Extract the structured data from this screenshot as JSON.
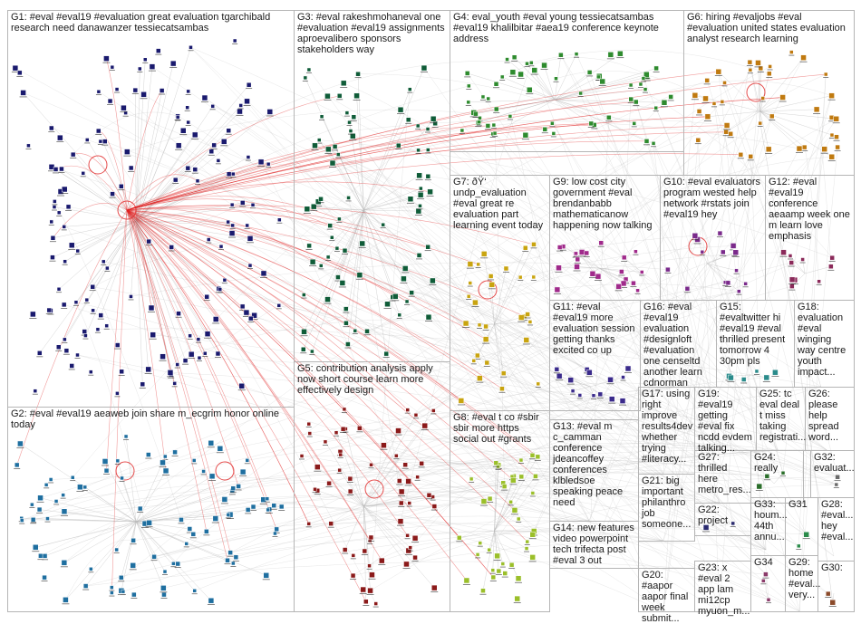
{
  "graph": {
    "groups": [
      {
        "id": "G1",
        "label": "G1: #eval #eval19 #evaluation great evaluation tgarchibald research need danawanzer tessiecatsambas",
        "color": "#1a1a6e"
      },
      {
        "id": "G2",
        "label": "G2: #eval #eval19 aeaweb join share m_ecgrim honor online today",
        "color": "#1f6fa0"
      },
      {
        "id": "G3",
        "label": "G3: #eval rakeshmohaneval one #evaluation #eval19 assignments aproevalibero sponsors stakeholders way",
        "color": "#0f5c38"
      },
      {
        "id": "G4",
        "label": "G4: eval_youth #eval young tessiecatsambas #eval19 khalilbitar #aea19 conference keynote address",
        "color": "#2e8b2e"
      },
      {
        "id": "G5",
        "label": "G5: contribution analysis apply now short course learn more effectively design",
        "color": "#8b1a1a"
      },
      {
        "id": "G6",
        "label": "G6: hiring #evaljobs #eval #evaluation united states evaluation analyst research learning",
        "color": "#c07a10"
      },
      {
        "id": "G7",
        "label": "G7: ðŸ‘ undp_evaluation #eval great re evaluation part learning event today",
        "color": "#c9a40f"
      },
      {
        "id": "G8",
        "label": "G8: #eval t co #sbir sbir more https social out #grants",
        "color": "#9bbf2a"
      },
      {
        "id": "G9",
        "label": "G9: low cost city government #eval brendanbabb mathematicanow happening now talking",
        "color": "#a02a8b"
      },
      {
        "id": "G10",
        "label": "G10: #eval evaluators program wested help network #rstats join #eval19 hey",
        "color": "#7a2a8b"
      },
      {
        "id": "G11",
        "label": "G11: #eval #eval19 more evaluation session getting thanks excited co up",
        "color": "#3a2a8b"
      },
      {
        "id": "G12",
        "label": "G12: #eval #eval19 conference aeaamp week one m learn love emphasis",
        "color": "#8b2a5a"
      },
      {
        "id": "G13",
        "label": "G13: #eval m c_camman conference jdeancoffey conferences klbledsoe speaking peace need",
        "color": "#5a5a5a"
      },
      {
        "id": "G14",
        "label": "G14: new features video powerpoint tech trifecta post #eval 3 out",
        "color": "#5a8b2a"
      },
      {
        "id": "G15",
        "label": "G15: #evaltwitter hi #eval19 #eval thrilled present tomorrow 4 30pm pls",
        "color": "#2a8b8b"
      },
      {
        "id": "G16",
        "label": "G16: #eval #eval19 evaluation #designloft #evaluation one censeltd another learn cdnorman",
        "color": "#5a2a8b"
      },
      {
        "id": "G17",
        "label": "G17: using right improve results4dev whether trying #literacy...",
        "color": "#2a5a8b"
      },
      {
        "id": "G18",
        "label": "G18: evaluation #eval winging way centre youth impact...",
        "color": "#8b5a2a"
      },
      {
        "id": "G19",
        "label": "G19: #eval19 getting #eval fix ncdd evdem talking...",
        "color": "#6e6e2a"
      },
      {
        "id": "G20",
        "label": "G20: #aapor aapor final week submit...",
        "color": "#2a6e6e"
      },
      {
        "id": "G21",
        "label": "G21: big important philanthro job someone...",
        "color": "#6e2a2a"
      },
      {
        "id": "G22",
        "label": "G22: project",
        "color": "#2a2a6e"
      },
      {
        "id": "G23",
        "label": "G23: x #eval 2 app lam mi12cp myuon_m...",
        "color": "#6e2a6e"
      },
      {
        "id": "G24",
        "label": "G24: really",
        "color": "#2a6e2a"
      },
      {
        "id": "G25",
        "label": "G25: tc eval deal t miss taking registrati...",
        "color": "#8b6e2a"
      },
      {
        "id": "G26",
        "label": "G26: please help spread word...",
        "color": "#2a4a8b"
      },
      {
        "id": "G27",
        "label": "G27: thrilled here metro_res...",
        "color": "#4a8b2a"
      },
      {
        "id": "G28",
        "label": "G28: #eval... hey #eval...",
        "color": "#8b2a4a"
      },
      {
        "id": "G29",
        "label": "G29: home #eval... very...",
        "color": "#4a2a8b"
      },
      {
        "id": "G30",
        "label": "G30:",
        "color": "#8b4a2a"
      },
      {
        "id": "G31",
        "label": "G31",
        "color": "#2a8b4a"
      },
      {
        "id": "G32",
        "label": "G32: evaluat...",
        "color": "#6a6a6a"
      },
      {
        "id": "G33",
        "label": "G33: houm... 44th annu...",
        "color": "#3a6a8b"
      },
      {
        "id": "G34",
        "label": "G34",
        "color": "#8b3a6a"
      }
    ],
    "colors": {
      "background": "#ffffff",
      "border": "#b5b5b5",
      "edge": "#b8b8b8",
      "highlight_edge": "#e02020",
      "label_text": "#1a1a1a"
    }
  }
}
